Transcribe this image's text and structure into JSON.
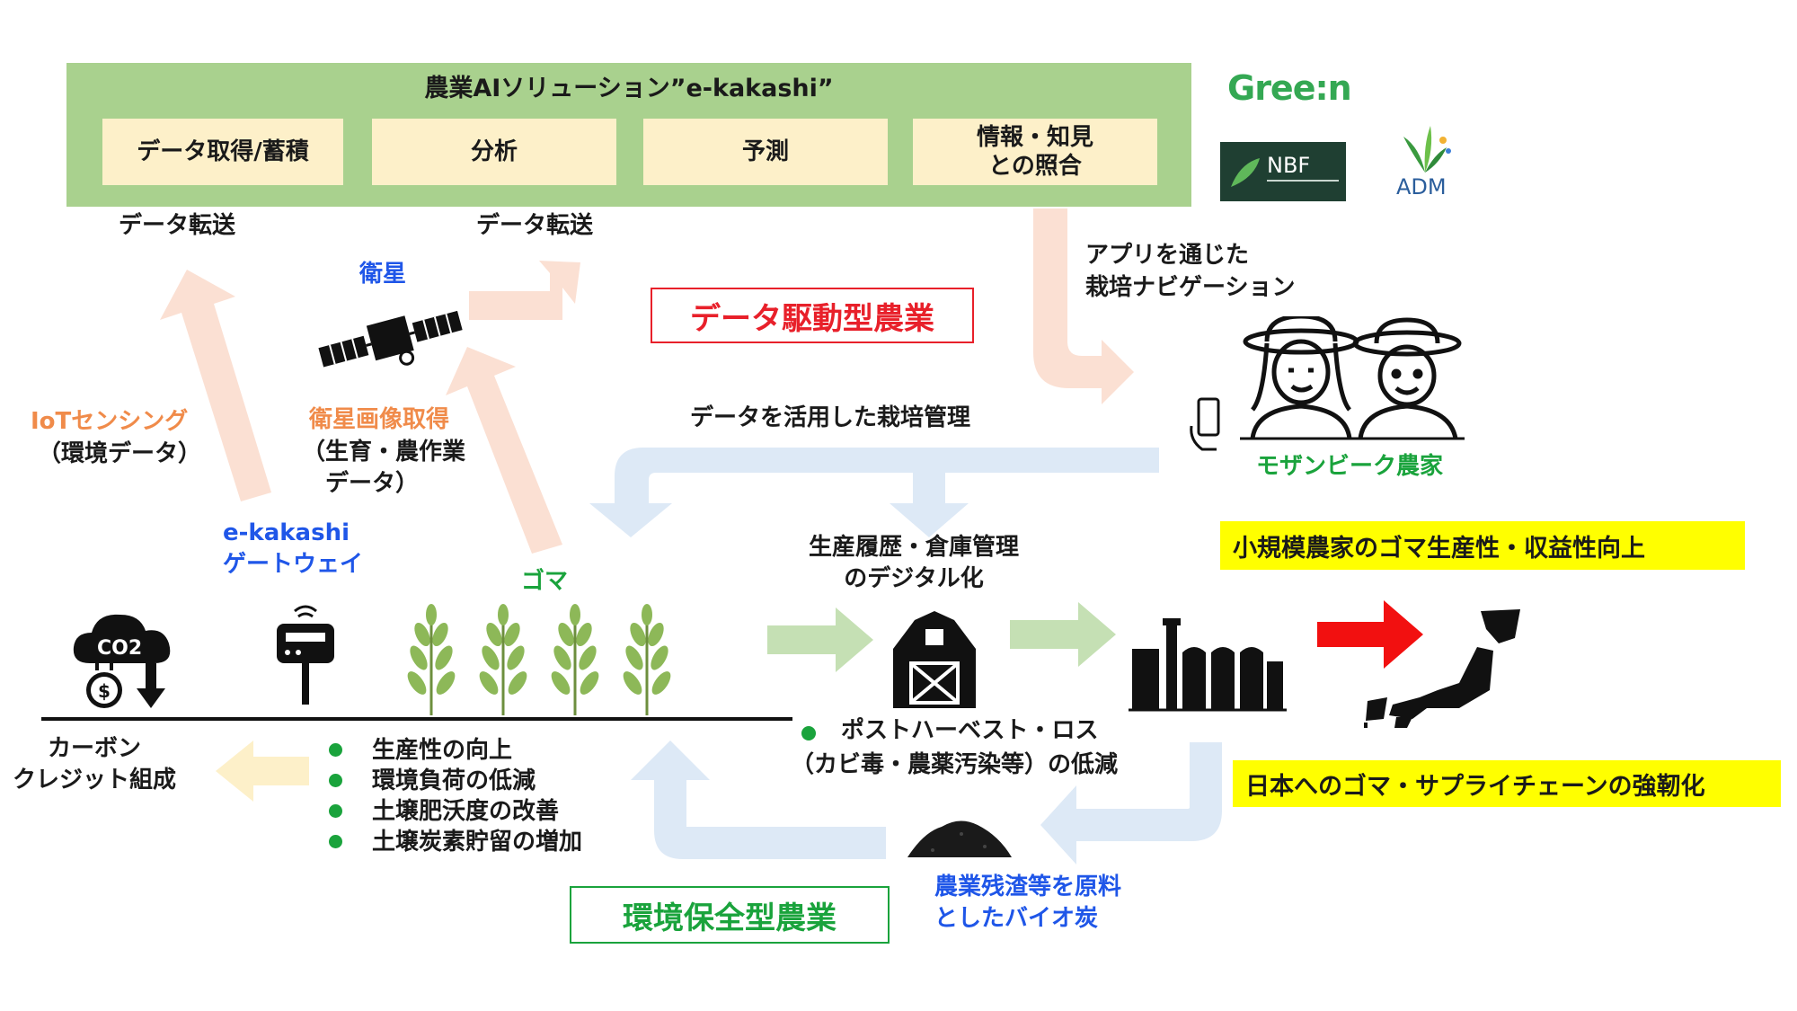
{
  "panel": {
    "title": "農業AIソリューション”e-kakashi”",
    "steps": [
      "データ取得/蓄積",
      "分析",
      "予測",
      "情報・知見\nとの照合"
    ]
  },
  "transfer": {
    "left": "データ転送",
    "right": "データ転送"
  },
  "logos": {
    "greenin": "Gree:n",
    "nbf": "NBF",
    "adm": "ADM"
  },
  "satellite": {
    "label": "衛星"
  },
  "app_nav": "アプリを通じた\n栽培ナビゲーション",
  "data_driven": "データ駆動型農業",
  "data_management": "データを活用した栽培管理",
  "iot": {
    "title": "IoTセンシング",
    "sub": "（環境データ）"
  },
  "sat_image": {
    "title": "衛星画像取得",
    "sub": "（生育・農作業\n　データ）"
  },
  "farmers": "モザンビーク農家",
  "gateway": "e-kakashi\nゲートウェイ",
  "sesame": "ゴマ",
  "digital": "生産履歴・倉庫管理\nのデジタル化",
  "highlights": {
    "productivity": "小規模農家のゴマ生産性・収益性向上",
    "supply": "日本へのゴマ・サプライチェーンの強靭化"
  },
  "postharvest": {
    "title": "ポストハーベスト・ロス",
    "sub": "（カビ毒・農薬汚染等）の低減"
  },
  "carbon": "カーボン\nクレジット組成",
  "benefits": [
    "生産性の向上",
    "環境負荷の低減",
    "土壌肥沃度の改善",
    "土壌炭素貯留の増加"
  ],
  "biochar": "農業残渣等を原料\nとしたバイオ炭",
  "env_conservation": "環境保全型農業",
  "co2_label": "CO2",
  "colors": {
    "panel": "#a9d18e",
    "step": "#fdf0c9",
    "orange": "#f08b4a",
    "blue": "#1f56e8",
    "green": "#1aa33c",
    "red": "#e8202a",
    "highlight": "#ffff00"
  }
}
